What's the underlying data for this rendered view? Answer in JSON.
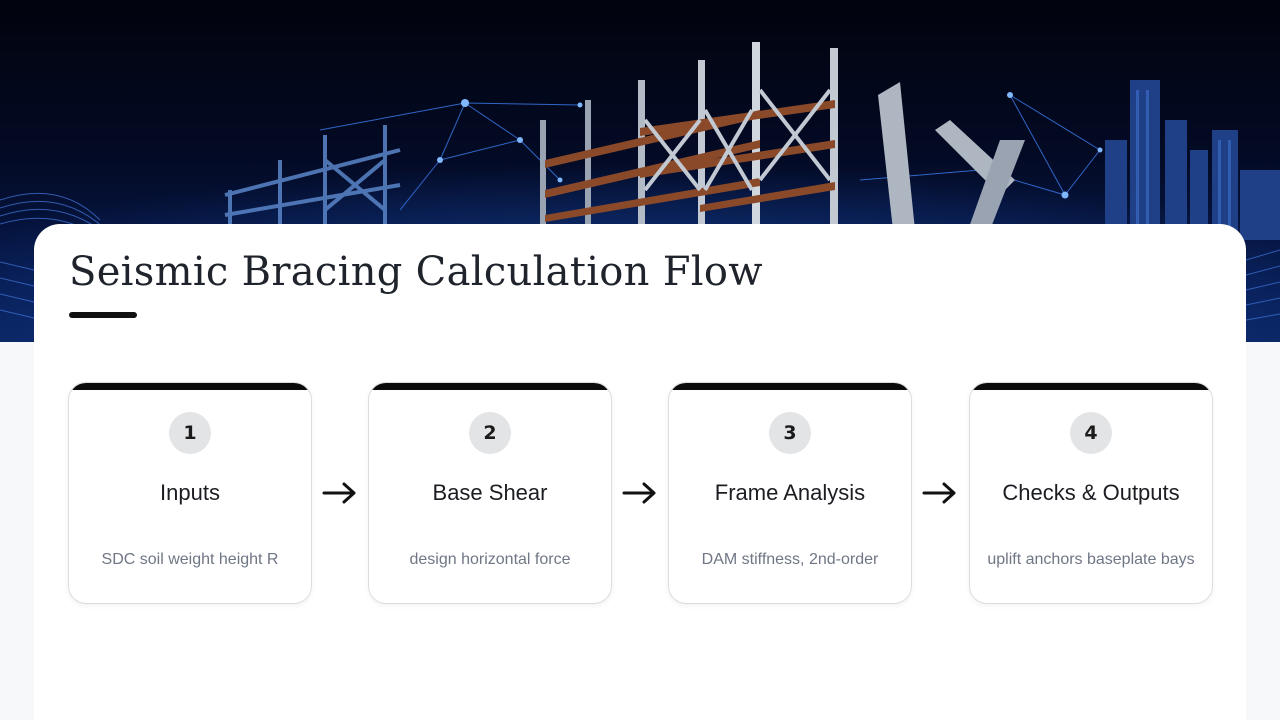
{
  "slide": {
    "title": "Seismic Bracing Calculation Flow"
  },
  "steps": [
    {
      "number": "1",
      "label": "Inputs",
      "description": "SDC soil weight height R"
    },
    {
      "number": "2",
      "label": "Base Shear",
      "description": "design horizontal force"
    },
    {
      "number": "3",
      "label": "Frame Analysis",
      "description": "DAM stiffness, 2nd-order"
    },
    {
      "number": "4",
      "label": "Checks & Outputs",
      "description": "uplift anchors baseplate bays"
    }
  ],
  "colors": {
    "accent": "#0b0b0b",
    "hero_dark": "#02061a",
    "hero_glow": "#3a8cff",
    "steel_beam": "#8a4a2a"
  }
}
